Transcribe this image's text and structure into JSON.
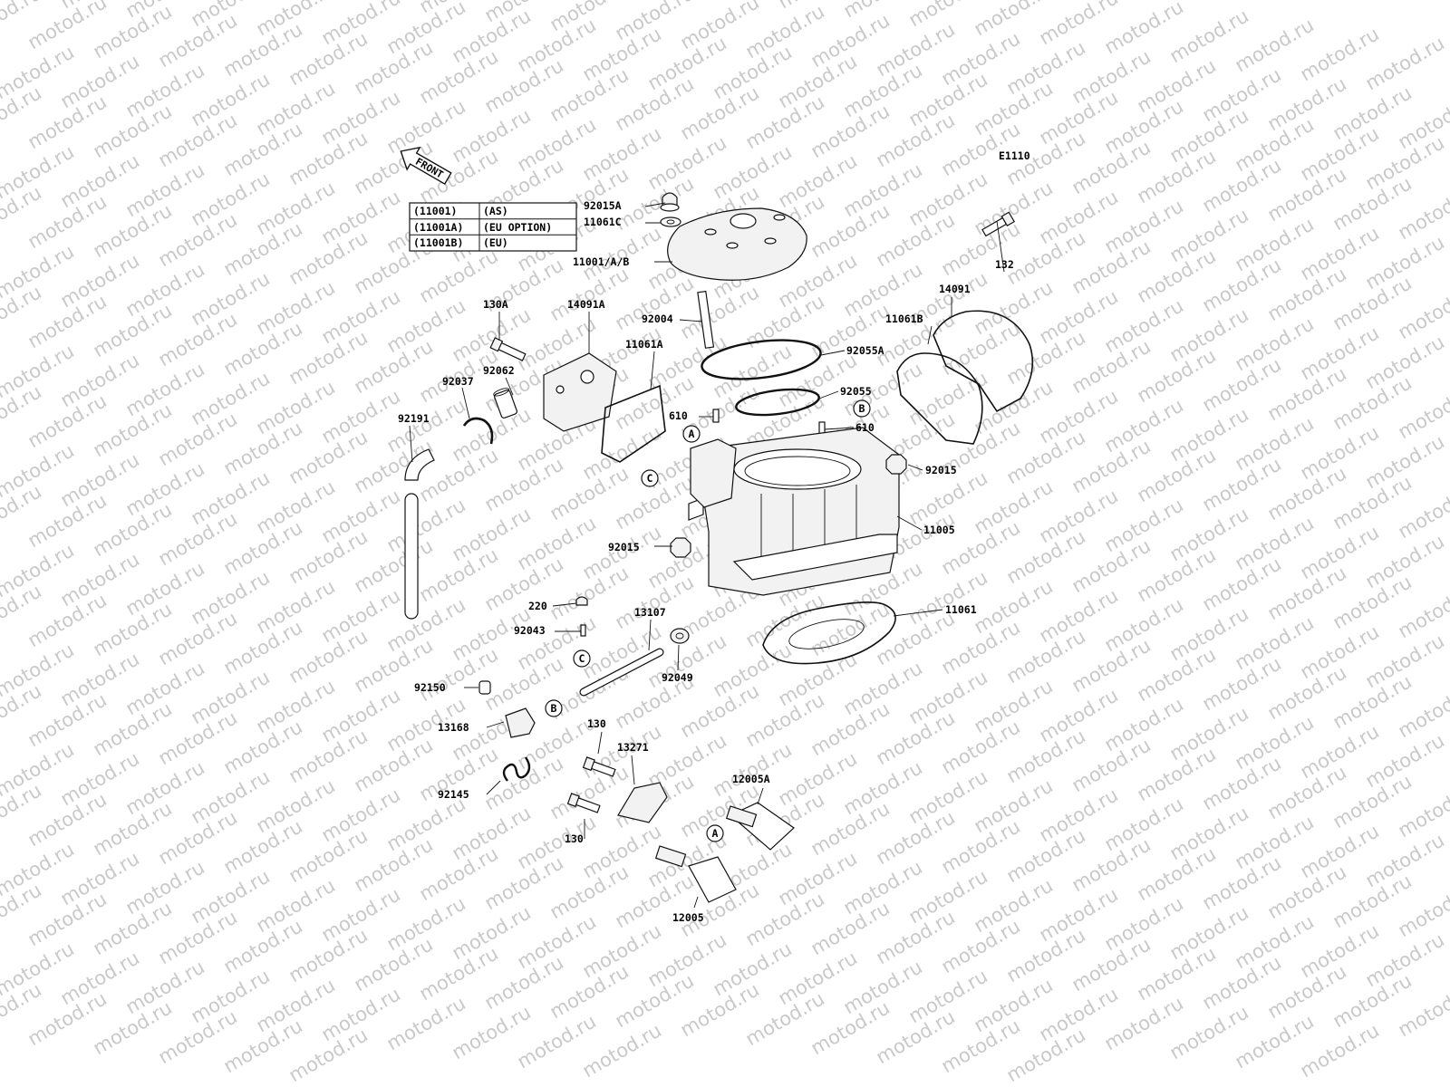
{
  "watermark": "motod.ru",
  "diagram_code": "E1110",
  "front_arrow": "FRONT",
  "model_table": [
    {
      "part": "(11001)",
      "region": "(AS)"
    },
    {
      "part": "(11001A)",
      "region": "(EU OPTION)"
    },
    {
      "part": "(11001B)",
      "region": "(EU)"
    }
  ],
  "reference_markers": [
    "A",
    "B",
    "C",
    "A",
    "B",
    "C",
    "A"
  ],
  "callouts": {
    "c92015A": "92015A",
    "c11061C": "11061C",
    "c11001AB": "11001/A/B",
    "c92004": "92004",
    "c130A": "130A",
    "c14091A": "14091A",
    "c11061A": "11061A",
    "c92062": "92062",
    "c92037": "92037",
    "c92191": "92191",
    "c132": "132",
    "c14091": "14091",
    "c11061B": "11061B",
    "c92055A": "92055A",
    "c92055": "92055",
    "c610a": "610",
    "c610b": "610",
    "c92015b": "92015",
    "c11005": "11005",
    "c92015c": "92015",
    "c11061": "11061",
    "c220": "220",
    "c92043": "92043",
    "c13107": "13107",
    "c92049": "92049",
    "c92150": "92150",
    "c13168": "13168",
    "c92145": "92145",
    "c130a": "130",
    "c13271": "13271",
    "c12005A": "12005A",
    "c130b": "130",
    "c12005": "12005"
  }
}
